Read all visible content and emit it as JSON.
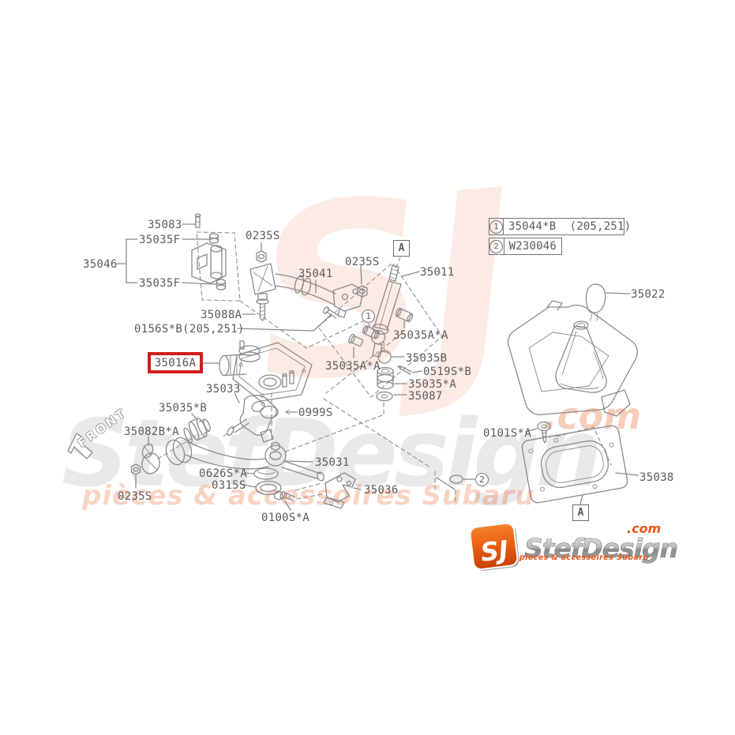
{
  "diagram": {
    "part_labels": {
      "p35083": "35083",
      "p35035f_top": "35035F",
      "p35046": "35046",
      "p35035f_bottom": "35035F",
      "p0235s_top": "0235S",
      "p35041": "35041",
      "p35088a": "35088A",
      "p0156s_b": "0156S*B(205,251)",
      "p35033": "35033",
      "p35035_b": "35035*B",
      "p35082b_a": "35082B*A",
      "p0235s_bottom": "0235S",
      "p0626s_a": "0626S*A",
      "p0315s": "0315S",
      "p0999s": "0999S",
      "p35031": "35031",
      "p35036": "35036",
      "p0100s_a": "0100S*A",
      "p0235s_mid": "0235S",
      "p35011": "35011",
      "p35035a_a_right": "35035A*A",
      "p35035a_a_left": "35035A*A",
      "p35035b": "35035B",
      "p0519s_b": "0519S*B",
      "p35035_a": "35035*A",
      "p35087": "35087",
      "p35022": "35022",
      "p0101s_a": "0101S*A",
      "p35038": "35038"
    },
    "highlighted_part": "35016A",
    "legend": {
      "rows": [
        {
          "num": "1",
          "code": "35044*B  (205,251)"
        },
        {
          "num": "2",
          "code": "W230046"
        }
      ]
    },
    "view_refs": {
      "detail_a_top": "A",
      "detail_a_bottom": "A",
      "callout_1": "1",
      "callout_2": "2"
    },
    "direction_label": "FRONT"
  },
  "watermark": {
    "monogram": "SJ",
    "brand": "StefDesign",
    "tld": ".com",
    "tagline": "pièces & accessoires Subaru"
  },
  "logo": {
    "monogram": "SJ",
    "brand": "StefDesign",
    "tld": ".com",
    "tagline": "pièces & accessoires Subaru"
  },
  "colors": {
    "line": "#8a8a8a",
    "label_text": "#5b5b5d",
    "highlight_red": "#d21d1d",
    "accent_orange": "#e8571c"
  }
}
